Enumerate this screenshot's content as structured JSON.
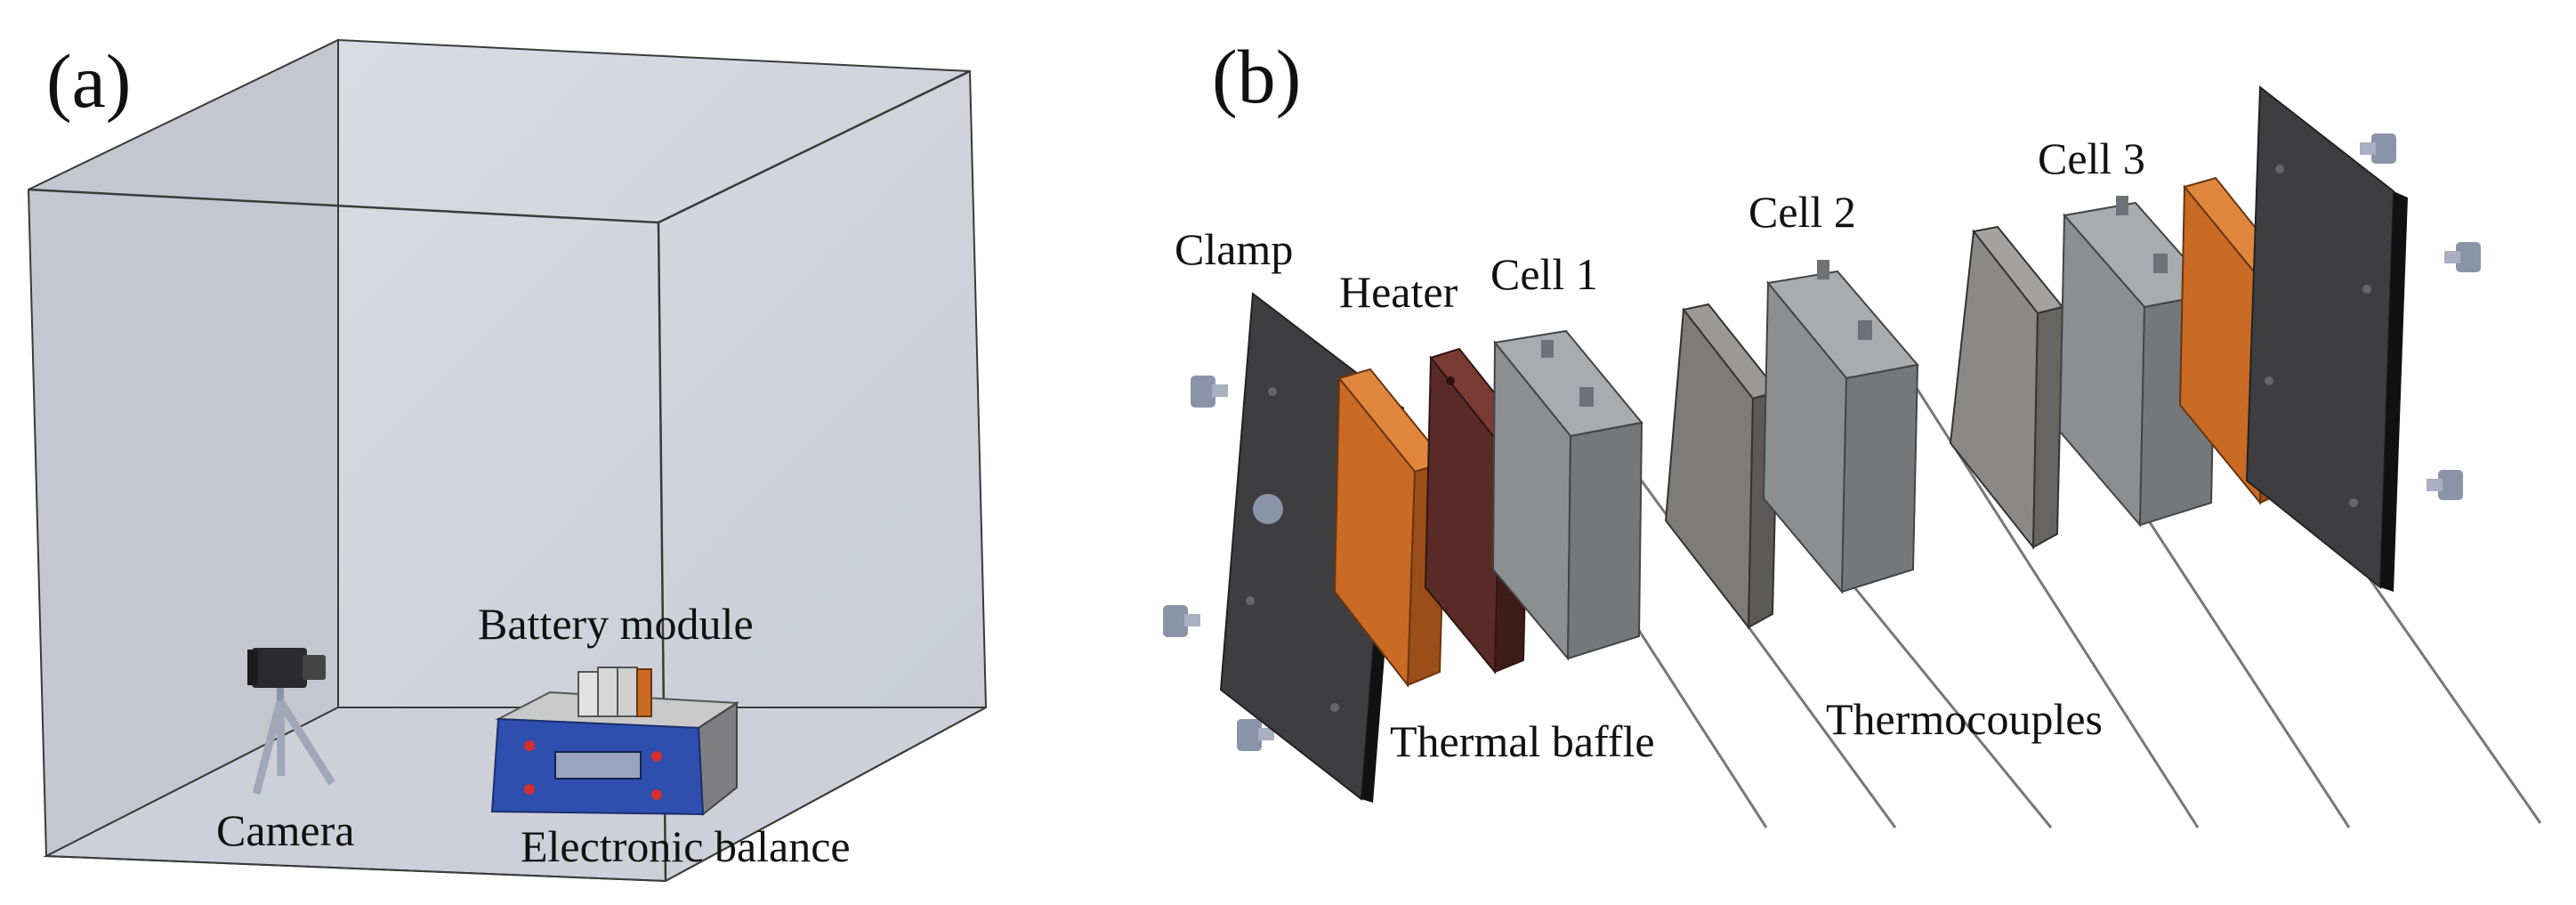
{
  "panel_a": {
    "panel_label": "(a)",
    "labels": {
      "battery_module": "Battery module",
      "camera": "Camera",
      "electronic_balance": "Electronic balance"
    }
  },
  "panel_b": {
    "panel_label": "(b)",
    "labels": {
      "clamp": "Clamp",
      "heater": "Heater",
      "cell_1": "Cell 1",
      "cell_2": "Cell 2",
      "cell_3": "Cell 3",
      "thermal_baffle": "Thermal baffle",
      "thermocouples": "Thermocouples"
    }
  },
  "colors": {
    "chamber_fill": "#cfd2da",
    "chamber_edge": "#3a3a3a",
    "clamp": "#3e3e40",
    "heater": "#c96a25",
    "thermal_baffle": "#5a2b26",
    "cell": "#8c8f92",
    "plate": "#7d7c7a",
    "balance_panel": "#2e4fae"
  }
}
